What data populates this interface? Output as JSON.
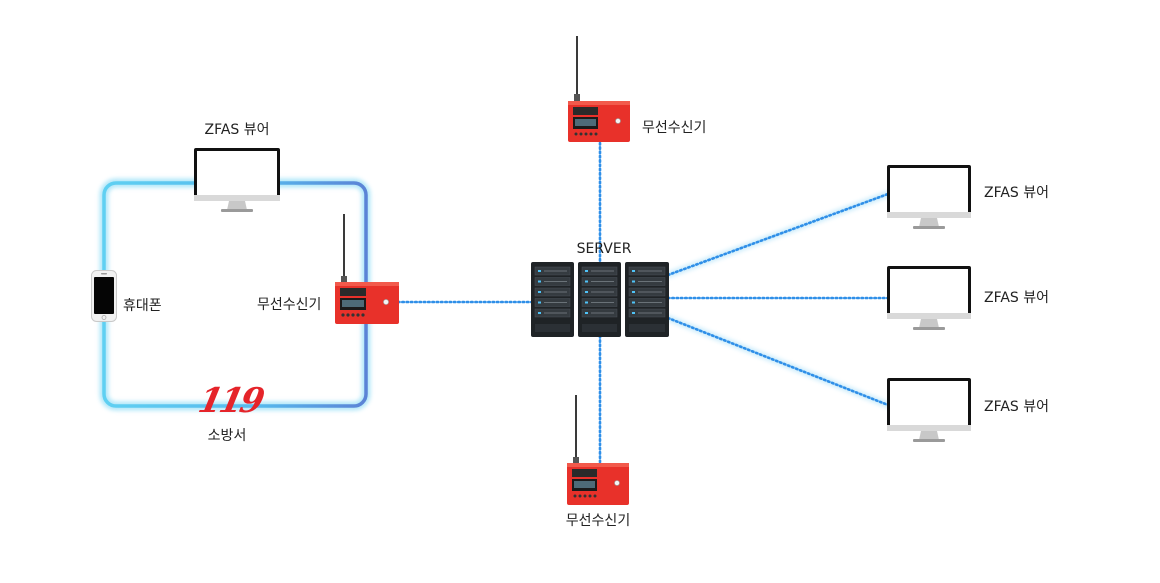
{
  "colors": {
    "glow_outer": "#8fd8f5",
    "glow_inner": "#4ab6e8",
    "glow_blue": "#6a8fd8",
    "dot_link": "#2f8fe8",
    "device_red": "#e8312a",
    "device_dark": "#c11f1a",
    "server_dark": "#1f2326",
    "logo_red": "#e5242a"
  },
  "labels": {
    "viewer_left": "ZFAS 뷰어",
    "phone": "휴대폰",
    "receiver_left": "무선수신기",
    "fire_station": "소방서",
    "receiver_top": "무선수신기",
    "server": "SERVER",
    "receiver_bottom": "무선수신기",
    "viewer_right_1": "ZFAS 뷰어",
    "viewer_right_2": "ZFAS 뷰어",
    "viewer_right_3": "ZFAS 뷰어"
  },
  "logo_text": "119",
  "icons": {
    "monitor": "monitor-icon",
    "phone": "smartphone-icon",
    "receiver": "wireless-receiver-icon",
    "server": "server-rack-icon",
    "logo": "fire-119-logo"
  }
}
